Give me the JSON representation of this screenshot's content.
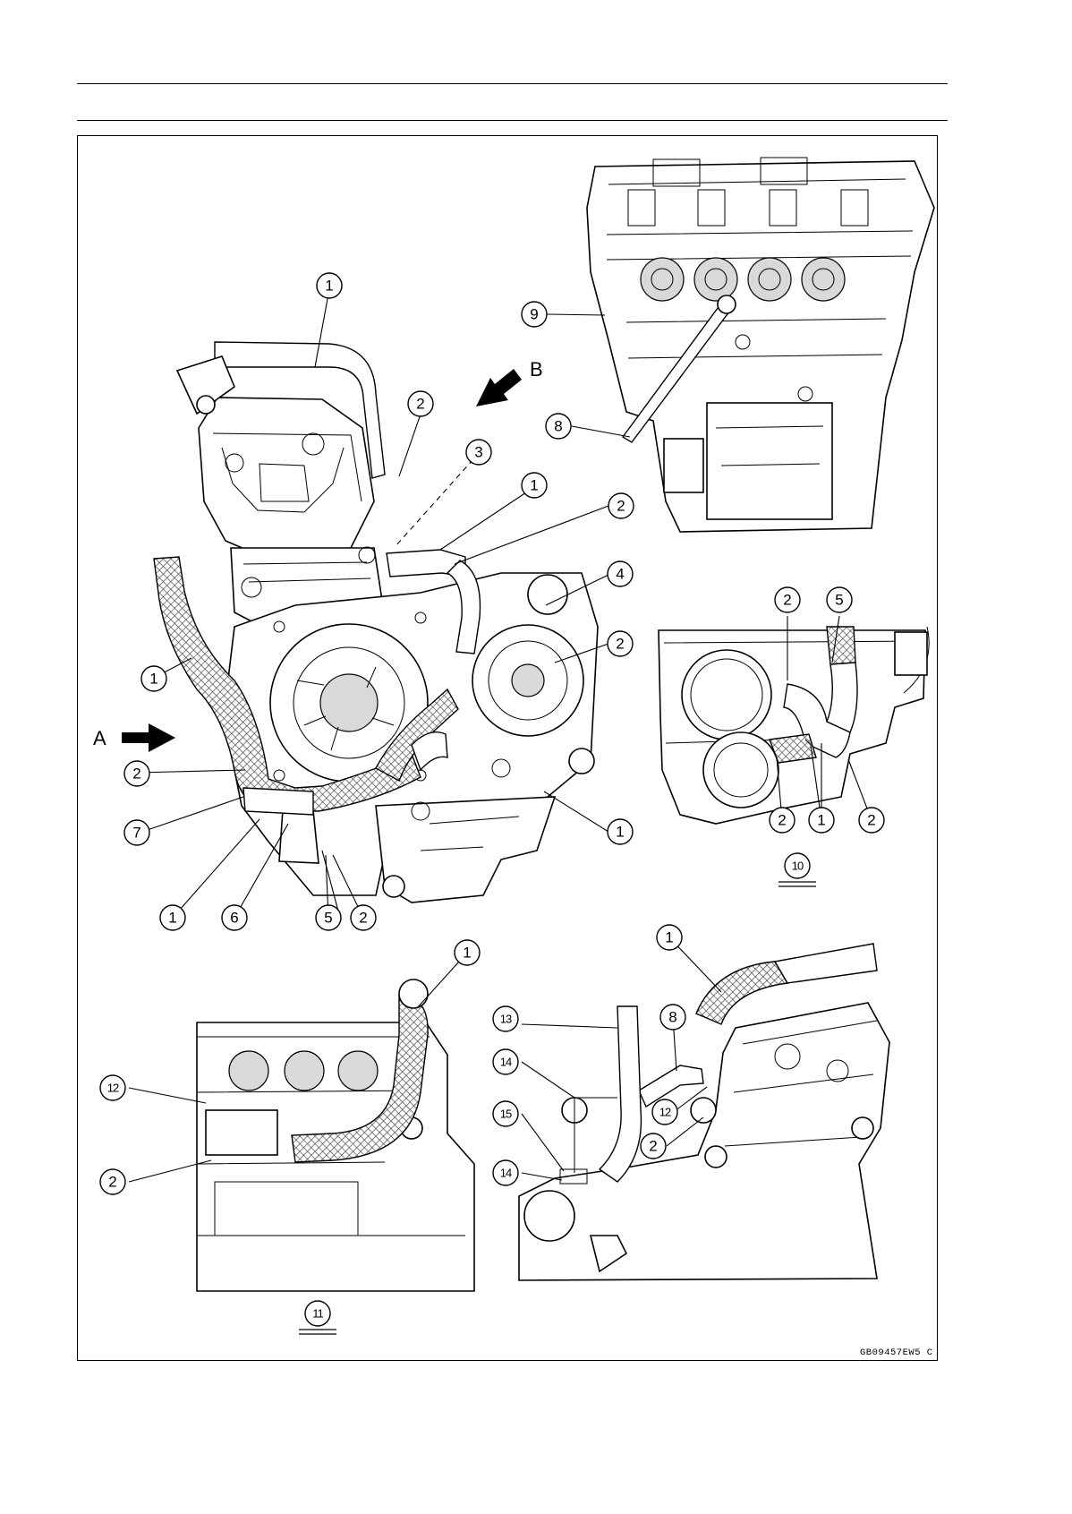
{
  "figure": {
    "code": "GB09457EW5 C",
    "view_letters": [
      "A",
      "B"
    ],
    "view_refs": [
      "10",
      "11"
    ],
    "callout_numbers": [
      "1",
      "2",
      "3",
      "4",
      "5",
      "6",
      "7",
      "8",
      "9",
      "10",
      "11",
      "12",
      "13",
      "14",
      "15"
    ]
  }
}
